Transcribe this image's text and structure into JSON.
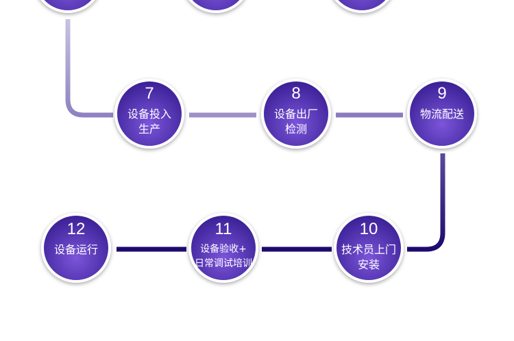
{
  "steps": [
    {
      "number": "7",
      "lines": [
        "设备投入",
        "生产"
      ]
    },
    {
      "number": "8",
      "lines": [
        "设备出厂",
        "检测"
      ]
    },
    {
      "number": "9",
      "lines": [
        "物流配送"
      ]
    },
    {
      "number": "10",
      "lines": [
        "技术员上门",
        "安装"
      ]
    },
    {
      "number": "11",
      "lines": [
        "设备验收+",
        "日常调试培训"
      ]
    },
    {
      "number": "12",
      "lines": [
        "设备运行"
      ]
    }
  ],
  "colors": {
    "node_dark": "#3e2399",
    "node_light": "#7b55d9",
    "connector_light": "#b3aed4",
    "connector_mid": "#8a7bbd",
    "connector_dark": "#1e0a6e"
  }
}
